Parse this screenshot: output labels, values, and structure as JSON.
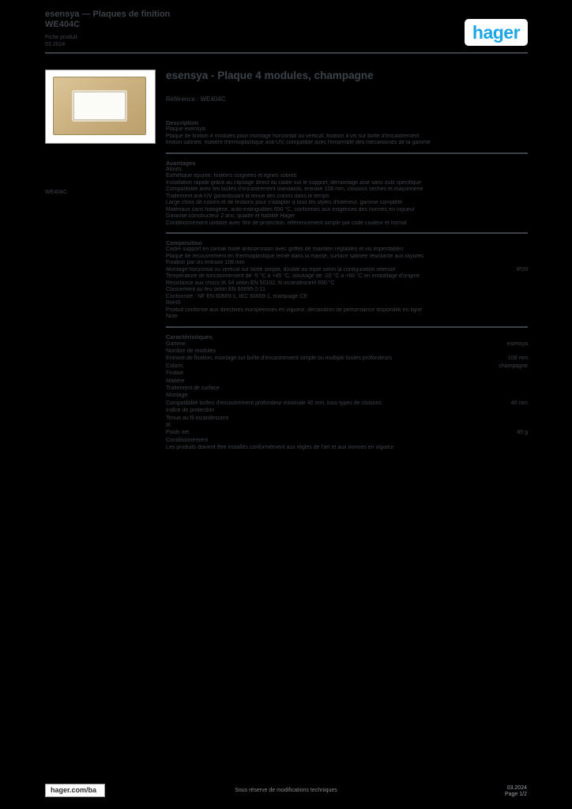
{
  "colors": {
    "ink": "#3d4248",
    "hager_blue": "#1ba7e7",
    "plate_gold": "#c9ae7d",
    "page_background": "#000000"
  },
  "header": {
    "product_family": "esensya — Plaques de finition",
    "reference": "WE404C",
    "doc_type": "Fiche produit",
    "doc_date": "03.2024",
    "logo_text": "hager"
  },
  "product_image": {
    "caption": "WE404C"
  },
  "content": {
    "title": "esensya - Plaque 4 modules, champagne",
    "subtitle": "Référence : WE404C",
    "sections": [
      {
        "heading": "Description",
        "rule": true,
        "kv": false,
        "rows": [
          {
            "t": "Plaque esensya"
          },
          {
            "t": "Plaque de finition 4 modules pour montage horizontal ou vertical, fixation à vis sur boîte d'encastrement"
          },
          {
            "t": "finition satinée, matière thermoplastique anti-UV, compatible avec l'ensemble des mécanismes de la gamme"
          }
        ]
      },
      {
        "heading": "Avantages",
        "rule": true,
        "kv": false,
        "rows": [
          {
            "t": "Atouts"
          },
          {
            "t": "Esthétique épurée, finitions soignées et lignes sobres"
          },
          {
            "t": "Installation rapide grâce au clipsage direct du cadre sur le support, démontage aisé sans outil spécifique"
          },
          {
            "t": "Compatibilité avec les boîtes d'encastrement standards, entraxe 108 mm, cloisons sèches et maçonnerie"
          },
          {
            "t": "Traitement anti-UV garantissant la tenue des coloris dans le temps"
          },
          {
            "t": "Large choix de coloris et de finitions pour s'adapter à tous les styles d'intérieur, gamme complète"
          },
          {
            "t": "Matériaux sans halogène, auto-extinguibles 650 °C, conformes aux exigences des normes en vigueur"
          },
          {
            "t": "Garantie constructeur 2 ans, qualité et fiabilité Hager"
          },
          {
            "t": "Conditionnement unitaire avec film de protection, référencement simple par code couleur et format"
          }
        ]
      },
      {
        "heading": "Composition",
        "rule": true,
        "kv": false,
        "rows": [
          {
            "t": "Cadre support en zamak traité anticorrosion avec griffes de maintien réglables et vis imperdables"
          },
          {
            "t": "Plaque de recouvrement en thermoplastique teinté dans la masse, surface satinée résistante aux rayures"
          },
          {
            "t": "Fixation par vis entraxe 108 mm"
          },
          {
            "t": "Montage horizontal ou vertical sur boîte simple, double ou triple selon la configuration retenue",
            "v": "IP20"
          },
          {
            "t": "Température de fonctionnement de -5 °C à +45 °C, stockage de -20 °C à +60 °C en emballage d'origine"
          },
          {
            "t": "Résistance aux chocs IK 04 selon EN 50102, fil incandescent 650 °C"
          },
          {
            "t": "Classement au feu selon EN 60695-2-11"
          },
          {
            "t": "Conformité : NF EN 60669-1, IEC 60669-1, marquage CE"
          },
          {
            "t": "RoHS"
          },
          {
            "t": "Produit conforme aux directives européennes en vigueur, déclaration de performance disponible en ligne"
          },
          {
            "t": "Note"
          }
        ]
      },
      {
        "heading": "Caractéristiques",
        "rule": false,
        "kv": true,
        "rows": [
          {
            "t": "Gamme",
            "v": "esensya"
          },
          {
            "t": "Nombre de modules"
          },
          {
            "t": "Entraxe de fixation, montage sur boîte d'encastrement simple ou multiple toutes profondeurs",
            "v": "108 mm"
          },
          {
            "t": "Coloris",
            "v": "champagne"
          },
          {
            "t": "Finition"
          },
          {
            "t": "Matière"
          },
          {
            "t": "Traitement de surface"
          },
          {
            "t": "Montage"
          },
          {
            "t": "Compatibilité boîtes d'encastrement profondeur minimale 40 mm, tous types de cloisons",
            "v": "40 mm"
          },
          {
            "t": "Indice de protection"
          },
          {
            "t": "Tenue au fil incandescent"
          },
          {
            "t": "IK"
          },
          {
            "t": "Poids net",
            "v": "85 g"
          },
          {
            "t": "Conditionnement"
          },
          {
            "t": "Les produits doivent être installés conformément aux règles de l'art et aux normes en vigueur"
          }
        ]
      }
    ]
  },
  "footer": {
    "website": "hager.com/ba",
    "notice": "Sous réserve de modifications techniques",
    "date": "03.2024",
    "page": "Page 1/2"
  }
}
